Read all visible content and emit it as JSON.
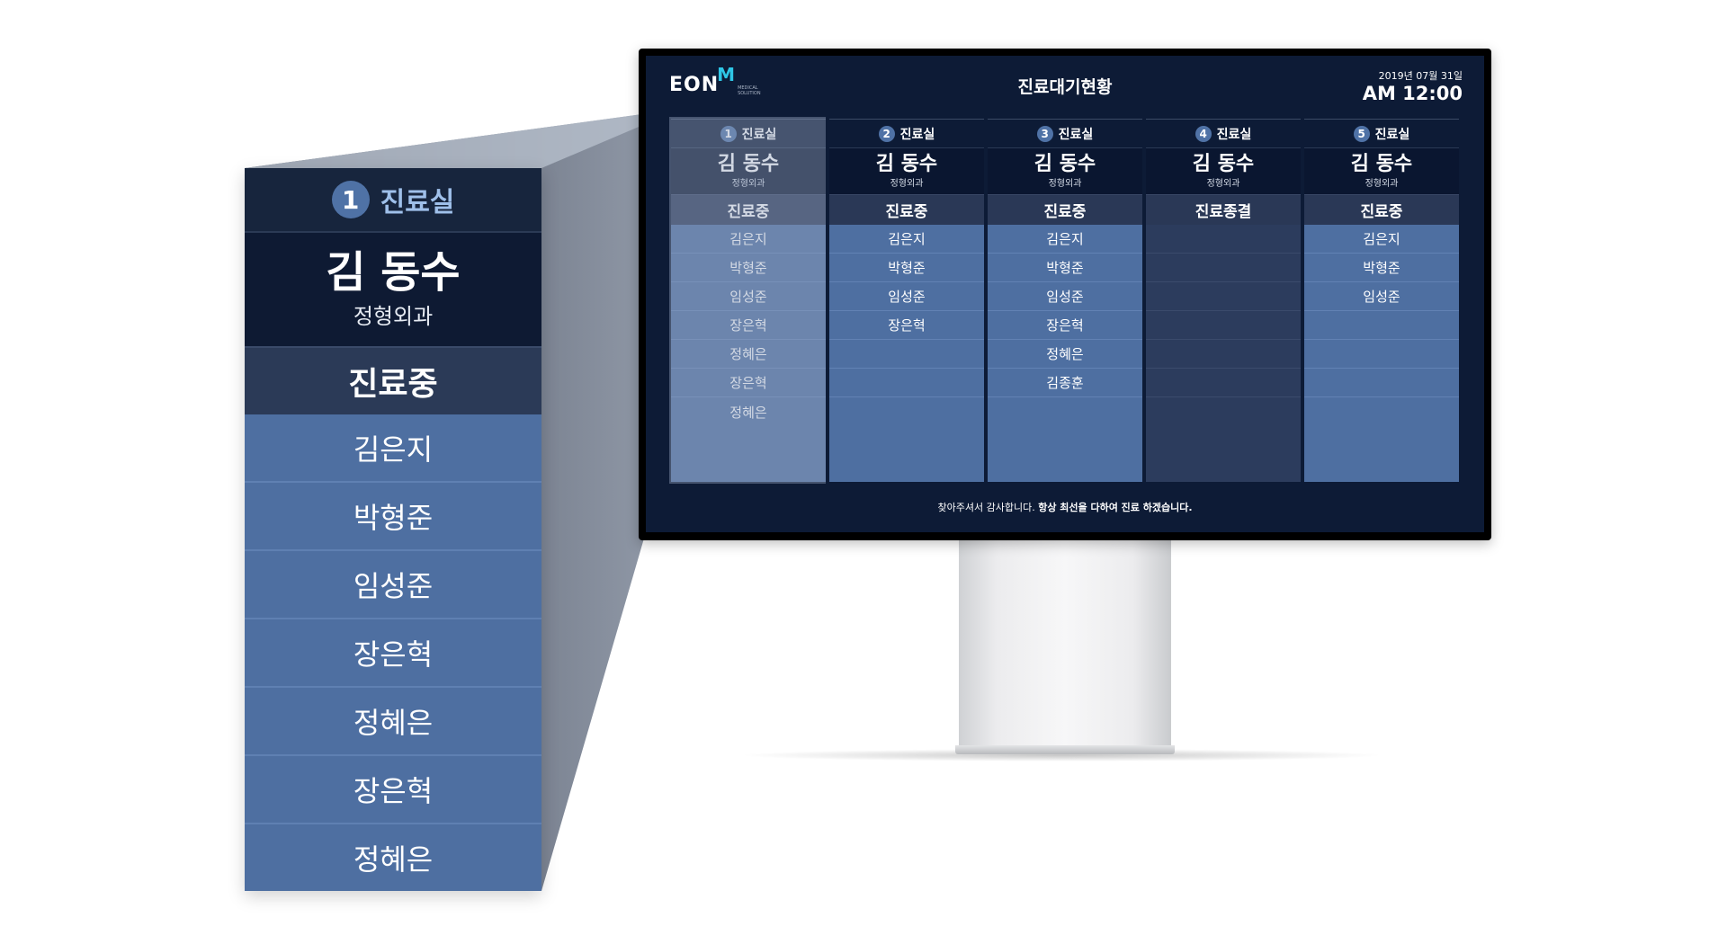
{
  "zoom_panel": {
    "room_number": "1",
    "room_label": "진료실",
    "doctor_name": "김 동수",
    "department": "정형외과",
    "status": "진료중",
    "patients": [
      "김은지",
      "박형준",
      "임성준",
      "장은혁",
      "정혜은",
      "장은혁",
      "정혜은"
    ]
  },
  "screen": {
    "logo_main": "EON",
    "logo_accent": "M",
    "logo_sub": "MEDICAL SOLUTION",
    "title": "진료대기현황",
    "date": "2019년 07월 31일",
    "time": "AM 12:00",
    "footer_normal": "찾아주셔서 감사합니다. ",
    "footer_bold": "항상 최선을 다하여 진료 하겠습니다.",
    "columns": [
      {
        "room_number": "1",
        "room_label": "진료실",
        "doctor_name": "김 동수",
        "department": "정형외과",
        "status": "진료중",
        "patients": [
          "김은지",
          "박형준",
          "임성준",
          "장은혁",
          "정혜은",
          "장은혁",
          "정혜은"
        ]
      },
      {
        "room_number": "2",
        "room_label": "진료실",
        "doctor_name": "김 동수",
        "department": "정형외과",
        "status": "진료중",
        "patients": [
          "김은지",
          "박형준",
          "임성준",
          "장은혁",
          "",
          "",
          ""
        ]
      },
      {
        "room_number": "3",
        "room_label": "진료실",
        "doctor_name": "김 동수",
        "department": "정형외과",
        "status": "진료중",
        "patients": [
          "김은지",
          "박형준",
          "임성준",
          "장은혁",
          "정혜은",
          "김종훈",
          ""
        ]
      },
      {
        "room_number": "4",
        "room_label": "진료실",
        "doctor_name": "김 동수",
        "department": "정형외과",
        "status": "진료종결",
        "patients": [
          "",
          "",
          "",
          "",
          "",
          "",
          ""
        ]
      },
      {
        "room_number": "5",
        "room_label": "진료실",
        "doctor_name": "김 동수",
        "department": "정형외과",
        "status": "진료중",
        "patients": [
          "김은지",
          "박형준",
          "임성준",
          "",
          "",
          "",
          ""
        ]
      }
    ]
  },
  "colors": {
    "screen_bg": "#0d1b36",
    "patient_row": "#4e6fa1",
    "status_bar": "#2a3856",
    "doctor_bg": "#0a1630",
    "logo_accent": "#2ec6e6",
    "room_circle": "#4f72a6"
  }
}
